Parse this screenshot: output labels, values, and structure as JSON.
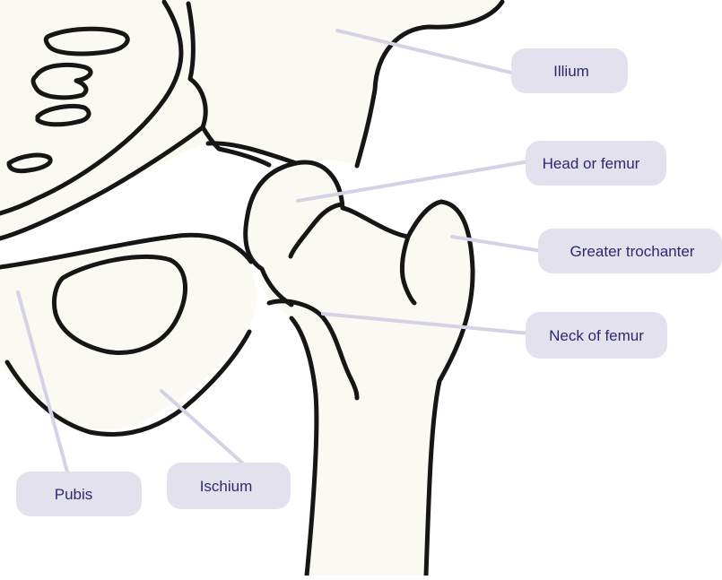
{
  "diagram": {
    "colors": {
      "bone_fill": "#fbfaf2",
      "outline": "#161616",
      "label_bg": "#e3e1ee",
      "leader": "#d5d2e6",
      "label_text": "#2a2b6b"
    },
    "labels": {
      "illium": "Illium",
      "head_femur": "Head or femur",
      "greater_trochanter": "Greater trochanter",
      "neck_femur": "Neck of femur",
      "pubis": "Pubis",
      "ischium": "Ischium"
    }
  }
}
